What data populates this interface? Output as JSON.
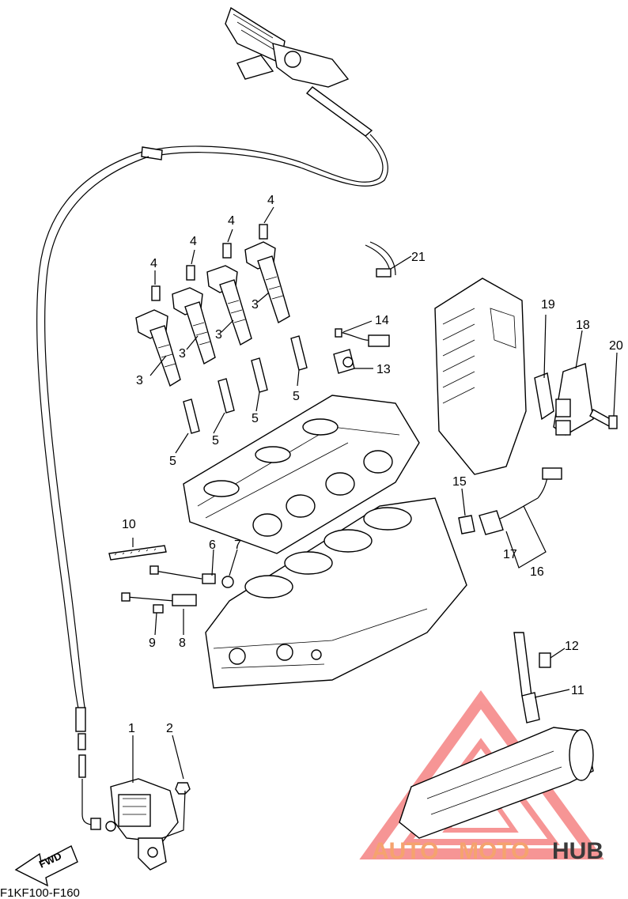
{
  "callouts": {
    "c1": "1",
    "c2": "2",
    "c3a": "3",
    "c3b": "3",
    "c3c": "3",
    "c3d": "3",
    "c4a": "4",
    "c4b": "4",
    "c4c": "4",
    "c4d": "4",
    "c5a": "5",
    "c5b": "5",
    "c5c": "5",
    "c5d": "5",
    "c6": "6",
    "c7": "7",
    "c8": "8",
    "c9": "9",
    "c10": "10",
    "c11": "11",
    "c12": "12",
    "c13": "13",
    "c14": "14",
    "c15": "15",
    "c16": "16",
    "c17": "17",
    "c18": "18",
    "c19": "19",
    "c20": "20",
    "c21": "21"
  },
  "diagram_code": "F1KF100-F160",
  "fwd_label": "FWD",
  "watermark": {
    "part_a": "AUTO",
    "part_b": "MOTO",
    "part_c": "HUB"
  },
  "colors": {
    "watermark_orange": "#f5a36e",
    "watermark_red": "#f04040",
    "watermark_dark": "#3a3a3a",
    "line": "#000000"
  }
}
